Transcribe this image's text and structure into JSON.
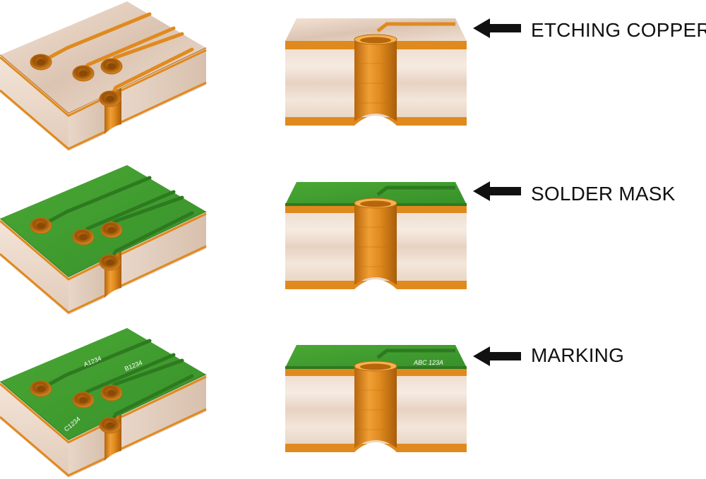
{
  "steps": [
    {
      "label": "ETCHING COPPER",
      "mask": false,
      "marking": false
    },
    {
      "label": "SOLDER MASK",
      "mask": true,
      "marking": false
    },
    {
      "label": "MARKING",
      "mask": true,
      "marking": true
    }
  ],
  "board_markings": [
    "A1234",
    "B1234",
    "C1234"
  ],
  "section_marking": "ABC 123A",
  "colors": {
    "copper": "#e08a1e",
    "copper_dark": "#b8660c",
    "copper_light": "#f5b24e",
    "substrate": "#f0e0d2",
    "substrate_shade": "#e3cdbc",
    "mask_green": "#3f9a2c",
    "mask_dark": "#2d7a1f",
    "arrow": "#111111",
    "marking_text": "#ffffff"
  }
}
